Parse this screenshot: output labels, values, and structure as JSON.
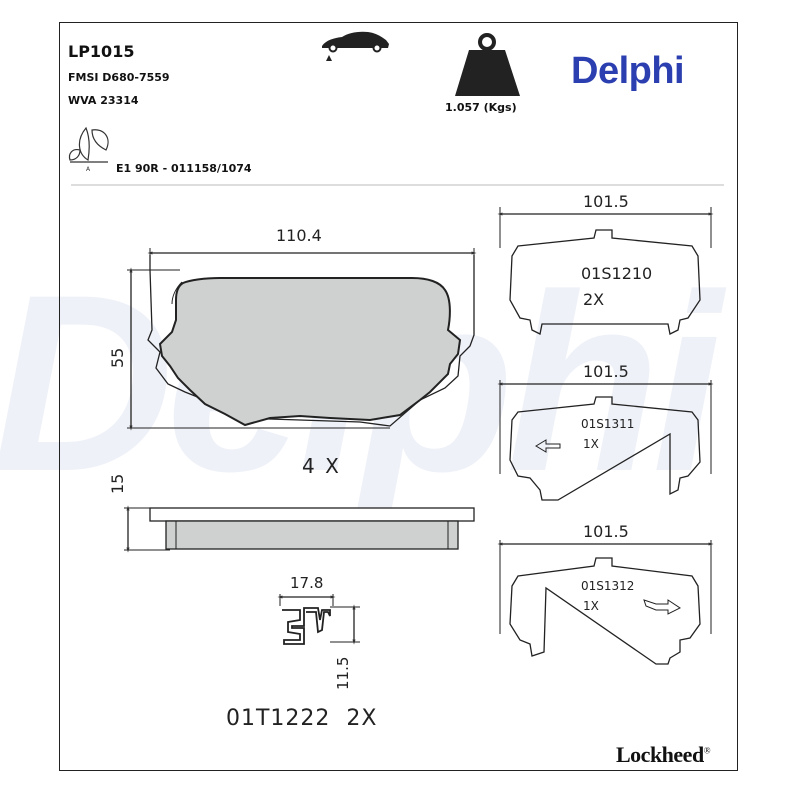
{
  "header": {
    "part_code": "LP1015",
    "fmsi": "FMSI D680-7559",
    "wva": "WVA 23314",
    "eco_approval": "E1 90R - 011158/1074",
    "weight": "1.057 (Kgs)"
  },
  "brand": {
    "name": "Delphi",
    "color": "#2b3fb0"
  },
  "manufacturer": {
    "name": "Lockheed",
    "mark": "®"
  },
  "icons": [
    "car-front-axle-icon",
    "weight-icon",
    "eco-leaf-icon"
  ],
  "pad": {
    "width": "110.4",
    "height": "55",
    "quantity": "4 X",
    "thickness": "15"
  },
  "clip": {
    "width": "17.8",
    "height": "11.5",
    "part": "01T1222",
    "quantity": "2X"
  },
  "shims": [
    {
      "width": "101.5",
      "part": "01S1210",
      "quantity": "2X"
    },
    {
      "width": "101.5",
      "part": "01S1311",
      "quantity": "1X"
    },
    {
      "width": "101.5",
      "part": "01S1312",
      "quantity": "1X"
    }
  ]
}
